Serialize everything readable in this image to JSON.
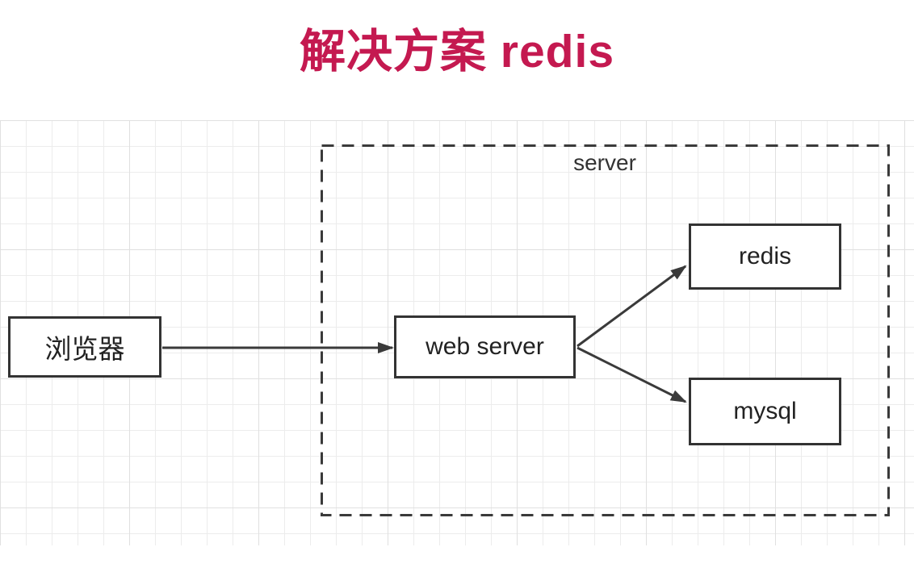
{
  "title": {
    "text": "解决方案 redis",
    "color": "#C41950"
  },
  "diagram": {
    "group": {
      "label": "server"
    },
    "nodes": [
      {
        "id": "browser",
        "label": "浏览器"
      },
      {
        "id": "web-server",
        "label": "web server"
      },
      {
        "id": "redis",
        "label": "redis"
      },
      {
        "id": "mysql",
        "label": "mysql"
      }
    ],
    "edges": [
      {
        "from": "browser",
        "to": "web-server"
      },
      {
        "from": "web-server",
        "to": "redis"
      },
      {
        "from": "web-server",
        "to": "mysql"
      }
    ],
    "colors": {
      "title": "#C41950",
      "edge_stroke": "#3a3a3a",
      "box_border": "#333333",
      "grid_line_minor": "#ececec",
      "grid_line_major": "#e0e0e0",
      "background": "#ffffff"
    }
  }
}
